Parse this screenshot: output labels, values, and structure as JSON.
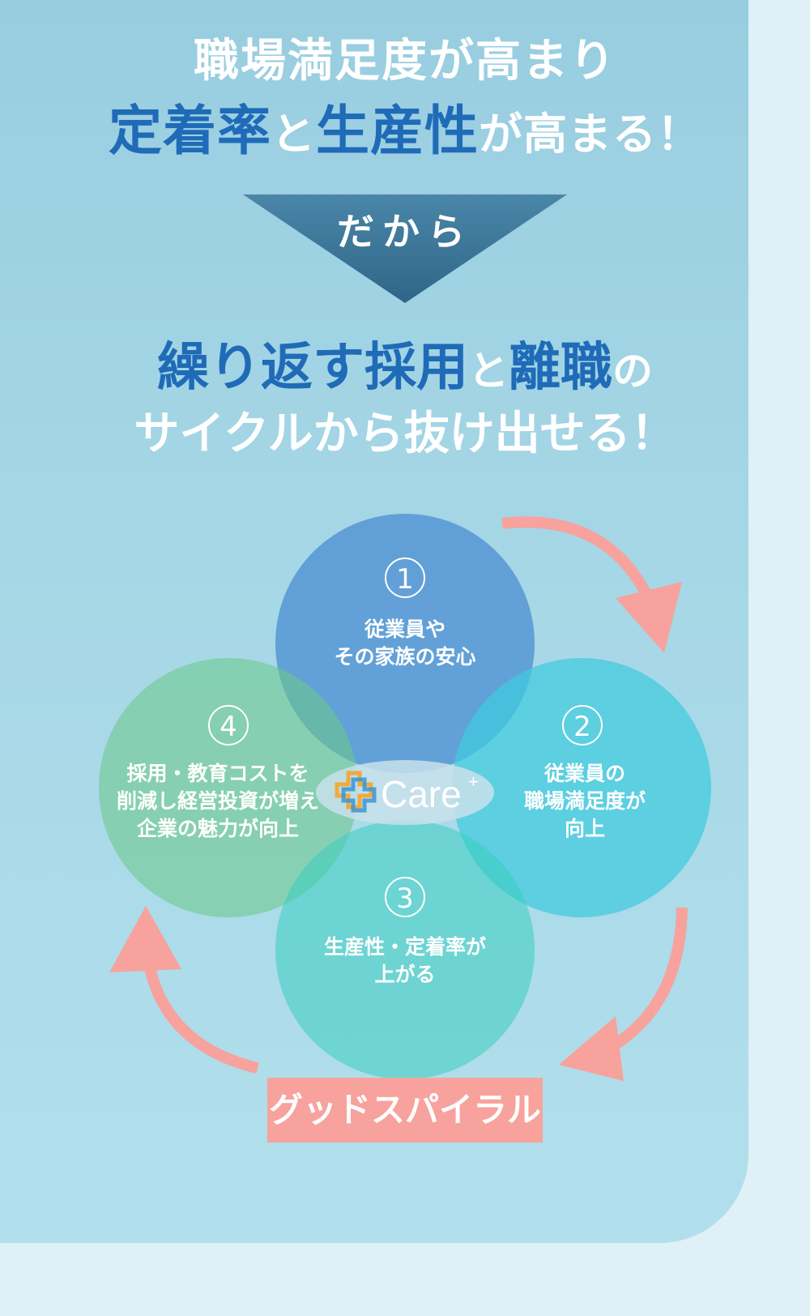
{
  "headline1": "職場満足度が高まり",
  "headline2": {
    "p1": "定着率",
    "p2": "と",
    "p3": "生産性",
    "p4": "が高まる！"
  },
  "arrow_label": "だから",
  "headline3": {
    "p1": "繰り返す採用",
    "p2": "と",
    "p3": "離職",
    "p4": "の"
  },
  "headline4": "サイクルから抜け出せる！",
  "circles": [
    {
      "num": "1",
      "line1": "従業員や",
      "line2": "その家族の安心",
      "line3": ""
    },
    {
      "num": "2",
      "line1": "従業員の",
      "line2": "職場満足度が",
      "line3": "向上"
    },
    {
      "num": "3",
      "line1": "生産性・定着率が",
      "line2": "上がる",
      "line3": ""
    },
    {
      "num": "4",
      "line1": "採用・教育コストを",
      "line2": "削減し経営投資が増え",
      "line3": "企業の魅力が向上"
    }
  ],
  "logo": {
    "text": "Care",
    "sup": "+"
  },
  "spiral_label": "グッドスパイラル",
  "colors": {
    "accent_blue": "#1f6bb8",
    "arrow_pink": "#f7a29d",
    "logo_orange": "#f2a93b",
    "logo_blue": "#3a95d6"
  }
}
